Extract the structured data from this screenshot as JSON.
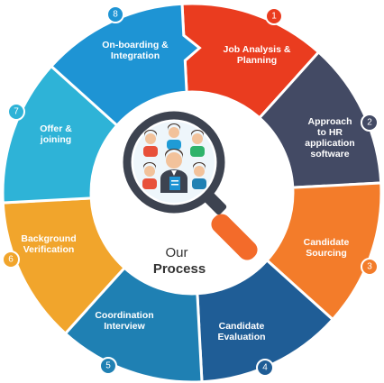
{
  "center": {
    "line1": "Our",
    "line2": "Process"
  },
  "steps": [
    {
      "number": "1",
      "label": [
        "Job Analysis &",
        "Planning"
      ],
      "color": "#ea3c1f"
    },
    {
      "number": "2",
      "label": [
        "Approach",
        "to HR",
        "application",
        "software"
      ],
      "color": "#434a64"
    },
    {
      "number": "3",
      "label": [
        "Candidate",
        "Sourcing"
      ],
      "color": "#f37c2a"
    },
    {
      "number": "4",
      "label": [
        "Candidate",
        "Evaluation"
      ],
      "color": "#1f5d96"
    },
    {
      "number": "5",
      "label": [
        "Coordination",
        "Interview"
      ],
      "color": "#1f80b3"
    },
    {
      "number": "6",
      "label": [
        "Background",
        "Verification"
      ],
      "color": "#f1a52c"
    },
    {
      "number": "7",
      "label": [
        "Offer &",
        "joining"
      ],
      "color": "#2eb3d7"
    },
    {
      "number": "8",
      "label": [
        "On-boarding &",
        "Integration"
      ],
      "color": "#1e94d4"
    }
  ],
  "icons": {
    "magnifier": "magnifier-icon",
    "people": "people-group-icon"
  }
}
